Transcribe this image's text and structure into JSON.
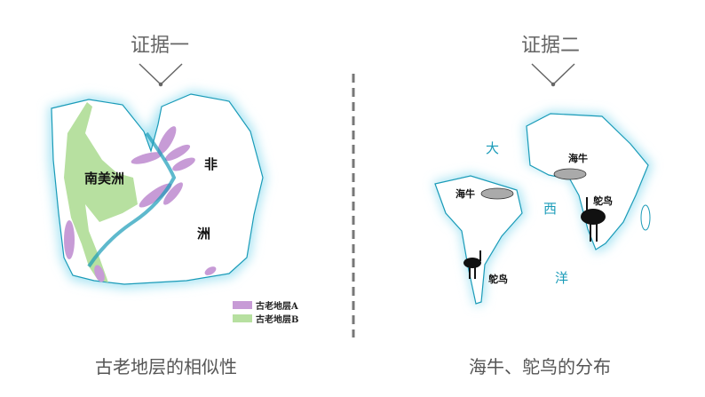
{
  "left_panel": {
    "header": "证据一",
    "caption": "古老地层的相似性",
    "continent_labels": {
      "south_america": "南美洲",
      "africa_1": "非",
      "africa_2": "洲"
    },
    "legend": [
      {
        "label": "古老地层A",
        "color": "#c79bd6"
      },
      {
        "label": "古老地层B",
        "color": "#b7e0a0"
      }
    ]
  },
  "right_panel": {
    "header": "证据二",
    "caption": "海牛、鸵鸟的分布",
    "ocean_labels": [
      "大",
      "西",
      "洋"
    ],
    "animal_labels": {
      "manatee_sa": "海牛",
      "manatee_af": "海牛",
      "ostrich_sa": "鸵鸟",
      "ostrich_af": "鸵鸟"
    }
  },
  "colors": {
    "coast": "#1a9bb8",
    "glow": "#a9e4f3",
    "text": "#666666",
    "divider": "#777777"
  }
}
